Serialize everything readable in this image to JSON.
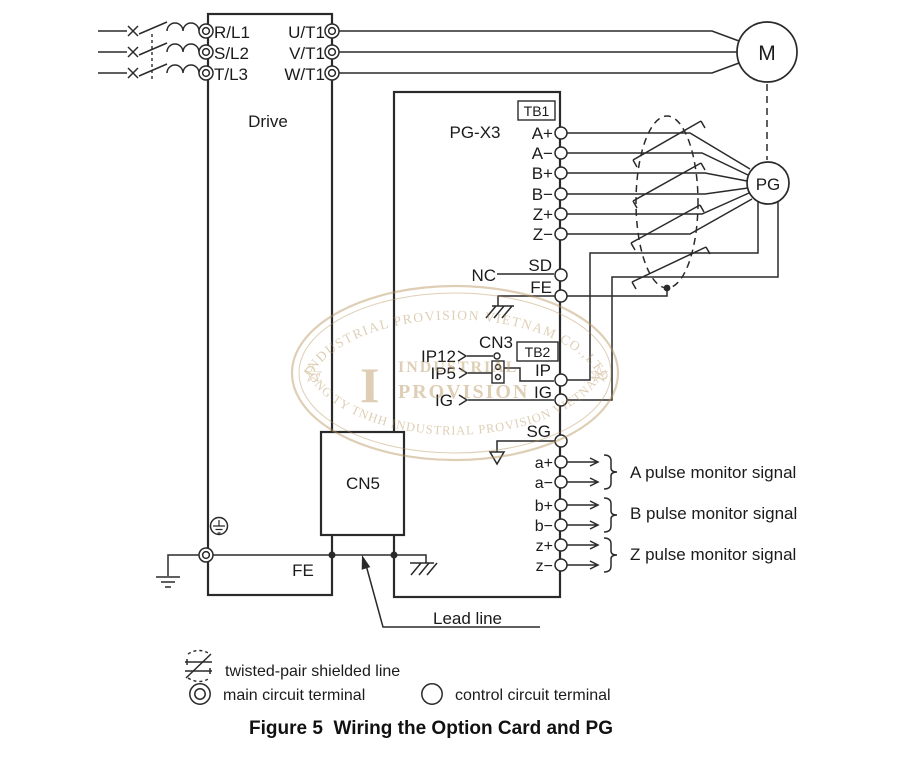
{
  "figure": {
    "caption": "Figure 5  Wiring the Option Card and PG"
  },
  "drive": {
    "label": "Drive",
    "input_terminals": [
      "R/L1",
      "S/L2",
      "T/L3"
    ],
    "output_terminals": [
      "U/T1",
      "V/T1",
      "W/T1"
    ],
    "fe_label": "FE",
    "cn5_label": "CN5"
  },
  "option_card": {
    "label": "PG-X3",
    "tb1": {
      "label": "TB1",
      "terminals": [
        "A+",
        "A−",
        "B+",
        "B−",
        "Z+",
        "Z−"
      ]
    },
    "sd_label": "SD",
    "fe_label": "FE",
    "nc_label": "NC",
    "cn3": {
      "label": "CN3",
      "pins": [
        "IP12",
        "IP5",
        "IG"
      ]
    },
    "tb2": {
      "label": "TB2",
      "terminals": [
        "IP",
        "IG"
      ]
    },
    "sg_label": "SG",
    "monitor_terminals": [
      "a+",
      "a−",
      "b+",
      "b−",
      "z+",
      "z−"
    ],
    "monitor_groups": [
      "A pulse monitor signal",
      "B pulse monitor signal",
      "Z pulse monitor signal"
    ]
  },
  "motor": {
    "label": "M"
  },
  "encoder": {
    "label": "PG"
  },
  "annotations": {
    "lead_line": "Lead line"
  },
  "legend": {
    "twisted_pair": "twisted-pair shielded line",
    "main_terminal": "main circuit terminal",
    "control_terminal": "control circuit terminal"
  },
  "watermark": {
    "arc_top": "INDUSTRIAL PROVISION VIETNAM CO.,LTD",
    "arc_bottom": "CÔNG TY TNHH INDUSTRIAL PROVISION VIETNAM",
    "center_line1": "INDUSTRIAL",
    "center_line2": "PROVISION",
    "monogram": "I",
    "star": "☆"
  },
  "colors": {
    "line": "#2a2a2a",
    "watermark": "#c9aa74"
  }
}
